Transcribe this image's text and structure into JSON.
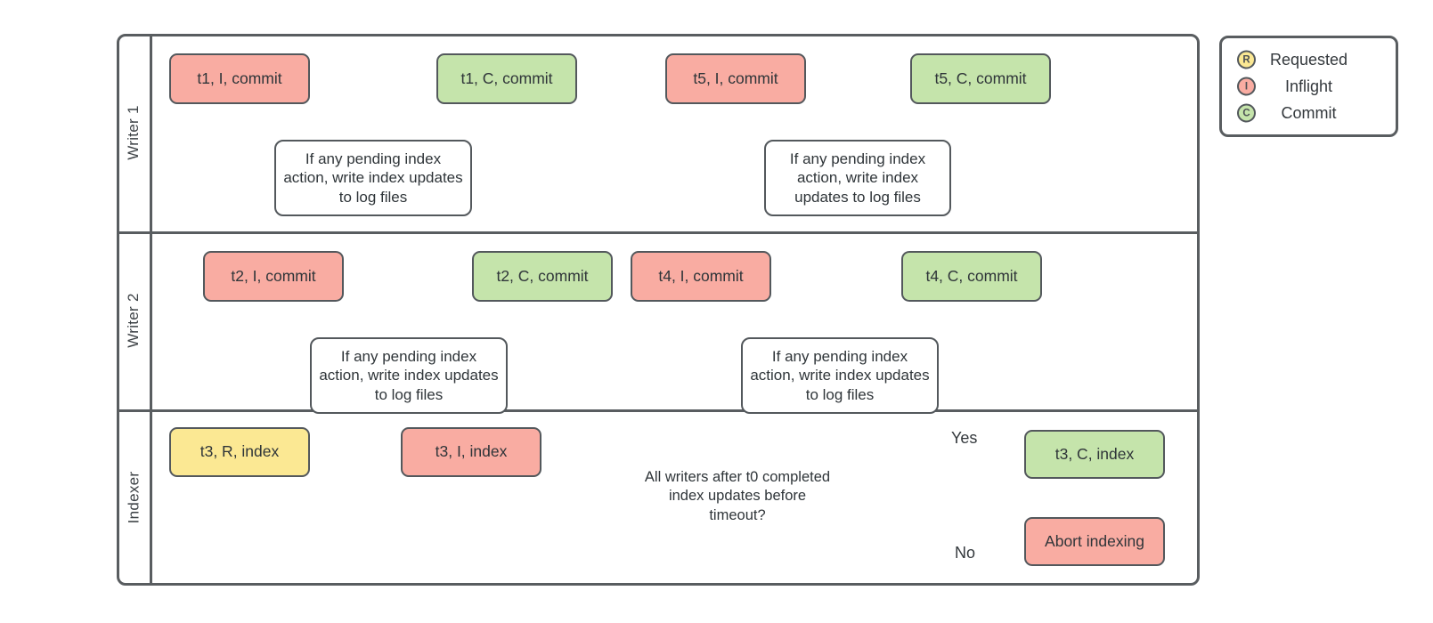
{
  "title": "Writer / Indexer concurrency swimlane diagram",
  "colors": {
    "inflight_pink": "#f9aca2",
    "commit_green": "#c5e4ab",
    "requested_yellow": "#fbe893",
    "border_gray": "#53585c",
    "connector_gray": "#6e7173",
    "lock_navy": "#293186",
    "shape_white": "#ffffff"
  },
  "lanes": [
    {
      "label": "Writer 1"
    },
    {
      "label": "Writer 2"
    },
    {
      "label": "Indexer"
    }
  ],
  "legend": {
    "items": [
      {
        "letter": "R",
        "label": "Requested",
        "color": "#fbe893"
      },
      {
        "letter": "I",
        "label": "Inflight",
        "color": "#f9aca2"
      },
      {
        "letter": "C",
        "label": "Commit",
        "color": "#c5e4ab"
      }
    ]
  },
  "nodes": {
    "t1_inflight": {
      "label": "t1, I, commit"
    },
    "t1_commit": {
      "label": "t1, C, commit"
    },
    "w1_process_a": {
      "label": "If any pending index action, write index updates to log files"
    },
    "t5_inflight": {
      "label": "t5, I, commit"
    },
    "t5_commit": {
      "label": "t5, C, commit"
    },
    "w1_process_b": {
      "label": "If any pending index action, write index updates to log files"
    },
    "t2_inflight": {
      "label": "t2, I, commit"
    },
    "t2_commit": {
      "label": "t2, C, commit"
    },
    "w2_process_a": {
      "label": "If any pending index action, write index updates to log files"
    },
    "t4_inflight": {
      "label": "t4, I, commit"
    },
    "t4_commit": {
      "label": "t4, C, commit"
    },
    "w2_process_b": {
      "label": "If any pending index action, write index updates to log files"
    },
    "t3_requested": {
      "label": "t3, R, index"
    },
    "t3_inflight": {
      "label": "t3, I, index"
    },
    "decision": {
      "label": "All writers after t0 completed index updates before timeout?"
    },
    "t3_commit": {
      "label": "t3, C, index"
    },
    "abort": {
      "label": "Abort indexing"
    }
  },
  "edge_labels": {
    "yes": "Yes",
    "no": "No"
  }
}
